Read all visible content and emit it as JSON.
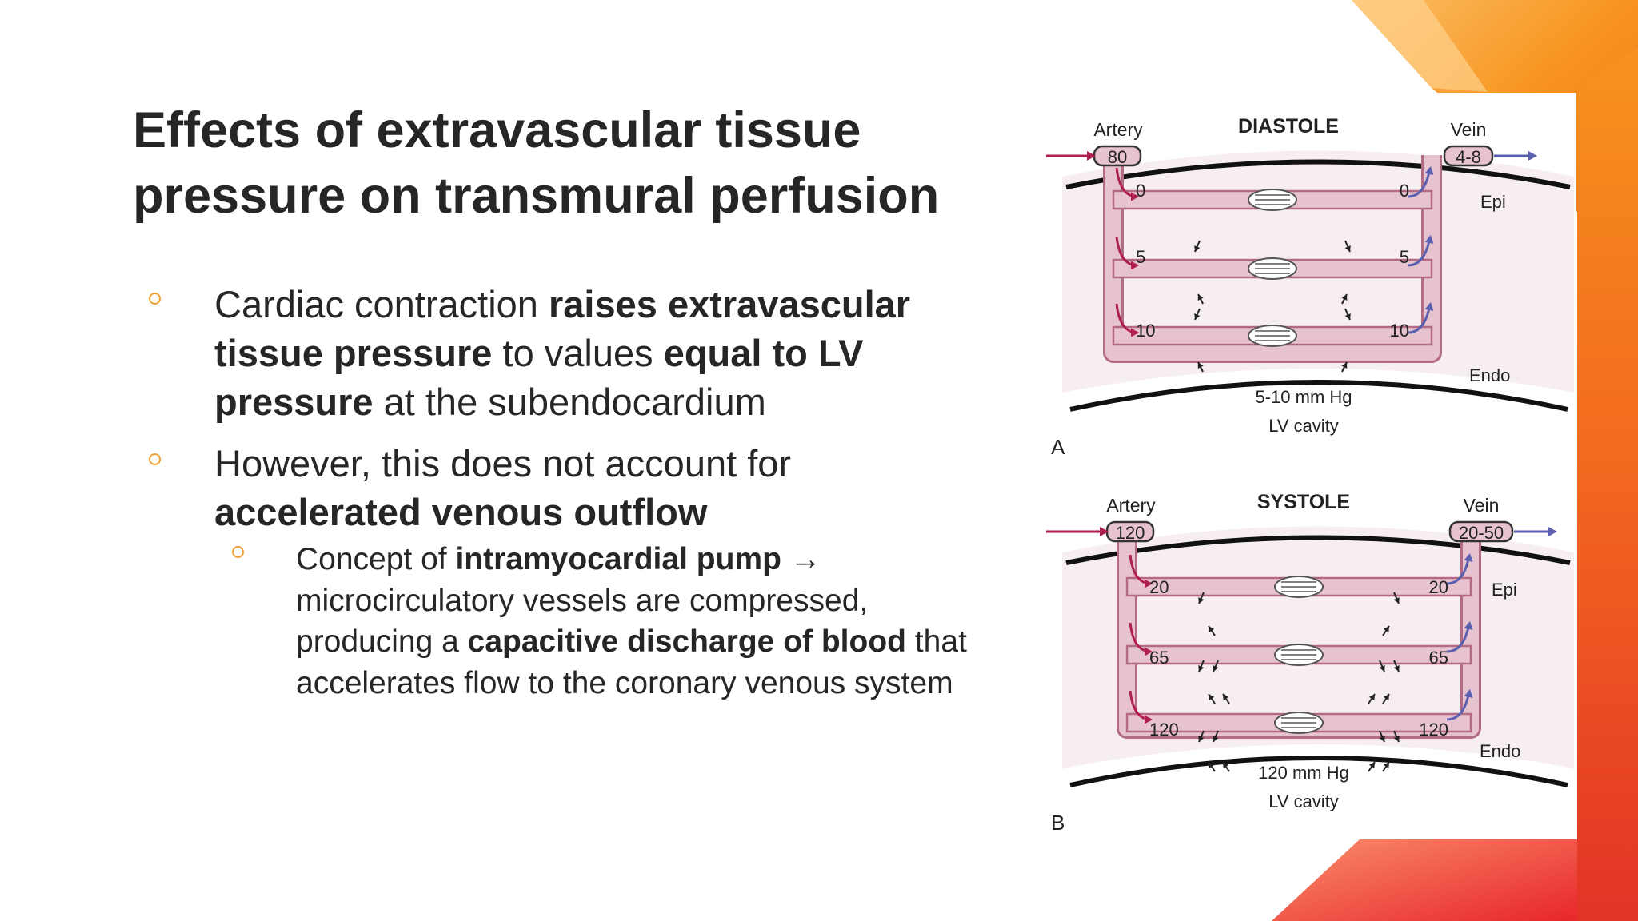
{
  "slide": {
    "title": "Effects of extravascular tissue pressure on transmural perfusion",
    "bullets": [
      {
        "runs": [
          {
            "text": "Cardiac contraction ",
            "bold": false
          },
          {
            "text": "raises extravascular tissue pressure",
            "bold": true
          },
          {
            "text": " to values ",
            "bold": false
          },
          {
            "text": "equal to LV pressure",
            "bold": true
          },
          {
            "text": " at the subendocardium",
            "bold": false
          }
        ]
      },
      {
        "runs": [
          {
            "text": "However, this does not account for ",
            "bold": false
          },
          {
            "text": "accelerated venous outflow",
            "bold": true
          }
        ]
      }
    ],
    "sub_bullets": [
      {
        "runs": [
          {
            "text": "Concept of ",
            "bold": false
          },
          {
            "text": "intramyocardial pump →",
            "bold": true
          },
          {
            "text": " microcirculatory vessels are compressed, producing a ",
            "bold": false
          },
          {
            "text": "capacitive discharge of blood",
            "bold": true
          },
          {
            "text": " that accelerates flow to the coronary venous system",
            "bold": false
          }
        ]
      }
    ],
    "colors": {
      "text": "#262626",
      "bullet_marker": "#f0a136",
      "accent_orange": "#f7931e",
      "accent_red": "#e8262a",
      "vessel_fill": "#e6c3cf",
      "vessel_stroke": "#b36b85",
      "artery_arrow": "#b0204f",
      "vein_arrow": "#5a5fb0"
    }
  },
  "figure": {
    "panels": [
      {
        "letter": "A",
        "phase": "DIASTOLE",
        "artery_label": "Artery",
        "artery_pressure": "80",
        "vein_label": "Vein",
        "vein_pressure": "4-8",
        "layer_pressures": [
          "0",
          "5",
          "10"
        ],
        "epi_label": "Epi",
        "endo_label": "Endo",
        "cavity_pressure": "5-10 mm Hg",
        "cavity_label": "LV cavity"
      },
      {
        "letter": "B",
        "phase": "SYSTOLE",
        "artery_label": "Artery",
        "artery_pressure": "120",
        "vein_label": "Vein",
        "vein_pressure": "20-50",
        "layer_pressures": [
          "20",
          "65",
          "120"
        ],
        "epi_label": "Epi",
        "endo_label": "Endo",
        "cavity_pressure": "120 mm Hg",
        "cavity_label": "LV cavity"
      }
    ]
  }
}
